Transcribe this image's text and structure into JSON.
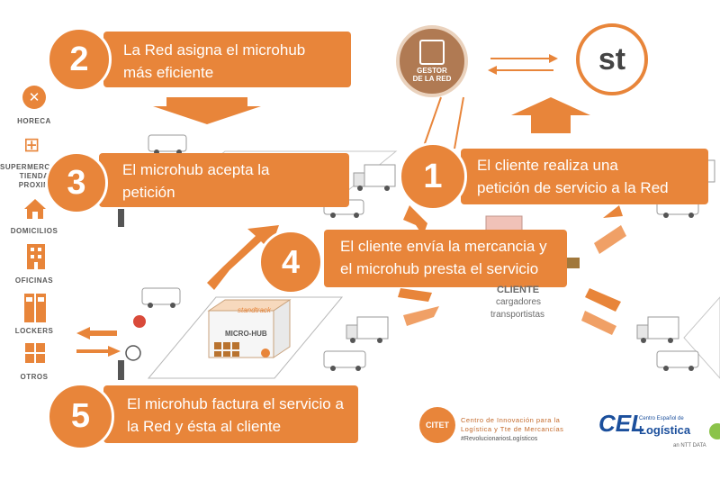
{
  "steps": [
    {
      "num": "2",
      "line1": "La Red asigna el microhub",
      "line2": "más eficiente"
    },
    {
      "num": "3",
      "line1": "El microhub acepta la",
      "line2": "petición"
    },
    {
      "num": "1",
      "line1": "El cliente realiza una",
      "line2": "petición de servicio a la Red"
    },
    {
      "num": "4",
      "line1": "El cliente envía la mercancia y",
      "line2": "el microhub presta el servicio"
    },
    {
      "num": "5",
      "line1": "El microhub factura el servicio a",
      "line2": "la Red y ésta al cliente"
    }
  ],
  "sidebar": [
    {
      "label": "HORECA",
      "icon": "fork-knife-icon"
    },
    {
      "label": "SUPERMERCADO",
      "label2": "TIENDA",
      "label3": "PROXIM",
      "icon": "shopping-cart-icon"
    },
    {
      "label": "DOMICILIOS",
      "icon": "house-icon"
    },
    {
      "label": "OFICINAS",
      "icon": "office-building-icon"
    },
    {
      "label": "LOCKERS",
      "icon": "locker-icon"
    },
    {
      "label": "OTROS",
      "icon": "grid-icon"
    }
  ],
  "gestor": {
    "line1": "GESTOR",
    "line2": "DE LA RED"
  },
  "st_logo": "st",
  "microhub": {
    "label": "MICRO-HUB",
    "brand": "standtrack"
  },
  "client": {
    "title": "CLIENTE",
    "line1": "cargadores",
    "line2": "transportistas"
  },
  "citet": {
    "mark": "CITET",
    "line1": "Centro de Innovación para la",
    "line2": "Logística y Tte de Mercancías",
    "tag": "#RevolucionariosLogísticos"
  },
  "cel": {
    "mark": "CEL",
    "line1": "Centro Español de",
    "line2": "Logística"
  },
  "ntt": "an NTT DATA",
  "colors": {
    "accent": "#e8853a",
    "grey": "#5a5a5a",
    "dark_text": "#6b6b6b",
    "cel_blue": "#1b4f9c"
  }
}
